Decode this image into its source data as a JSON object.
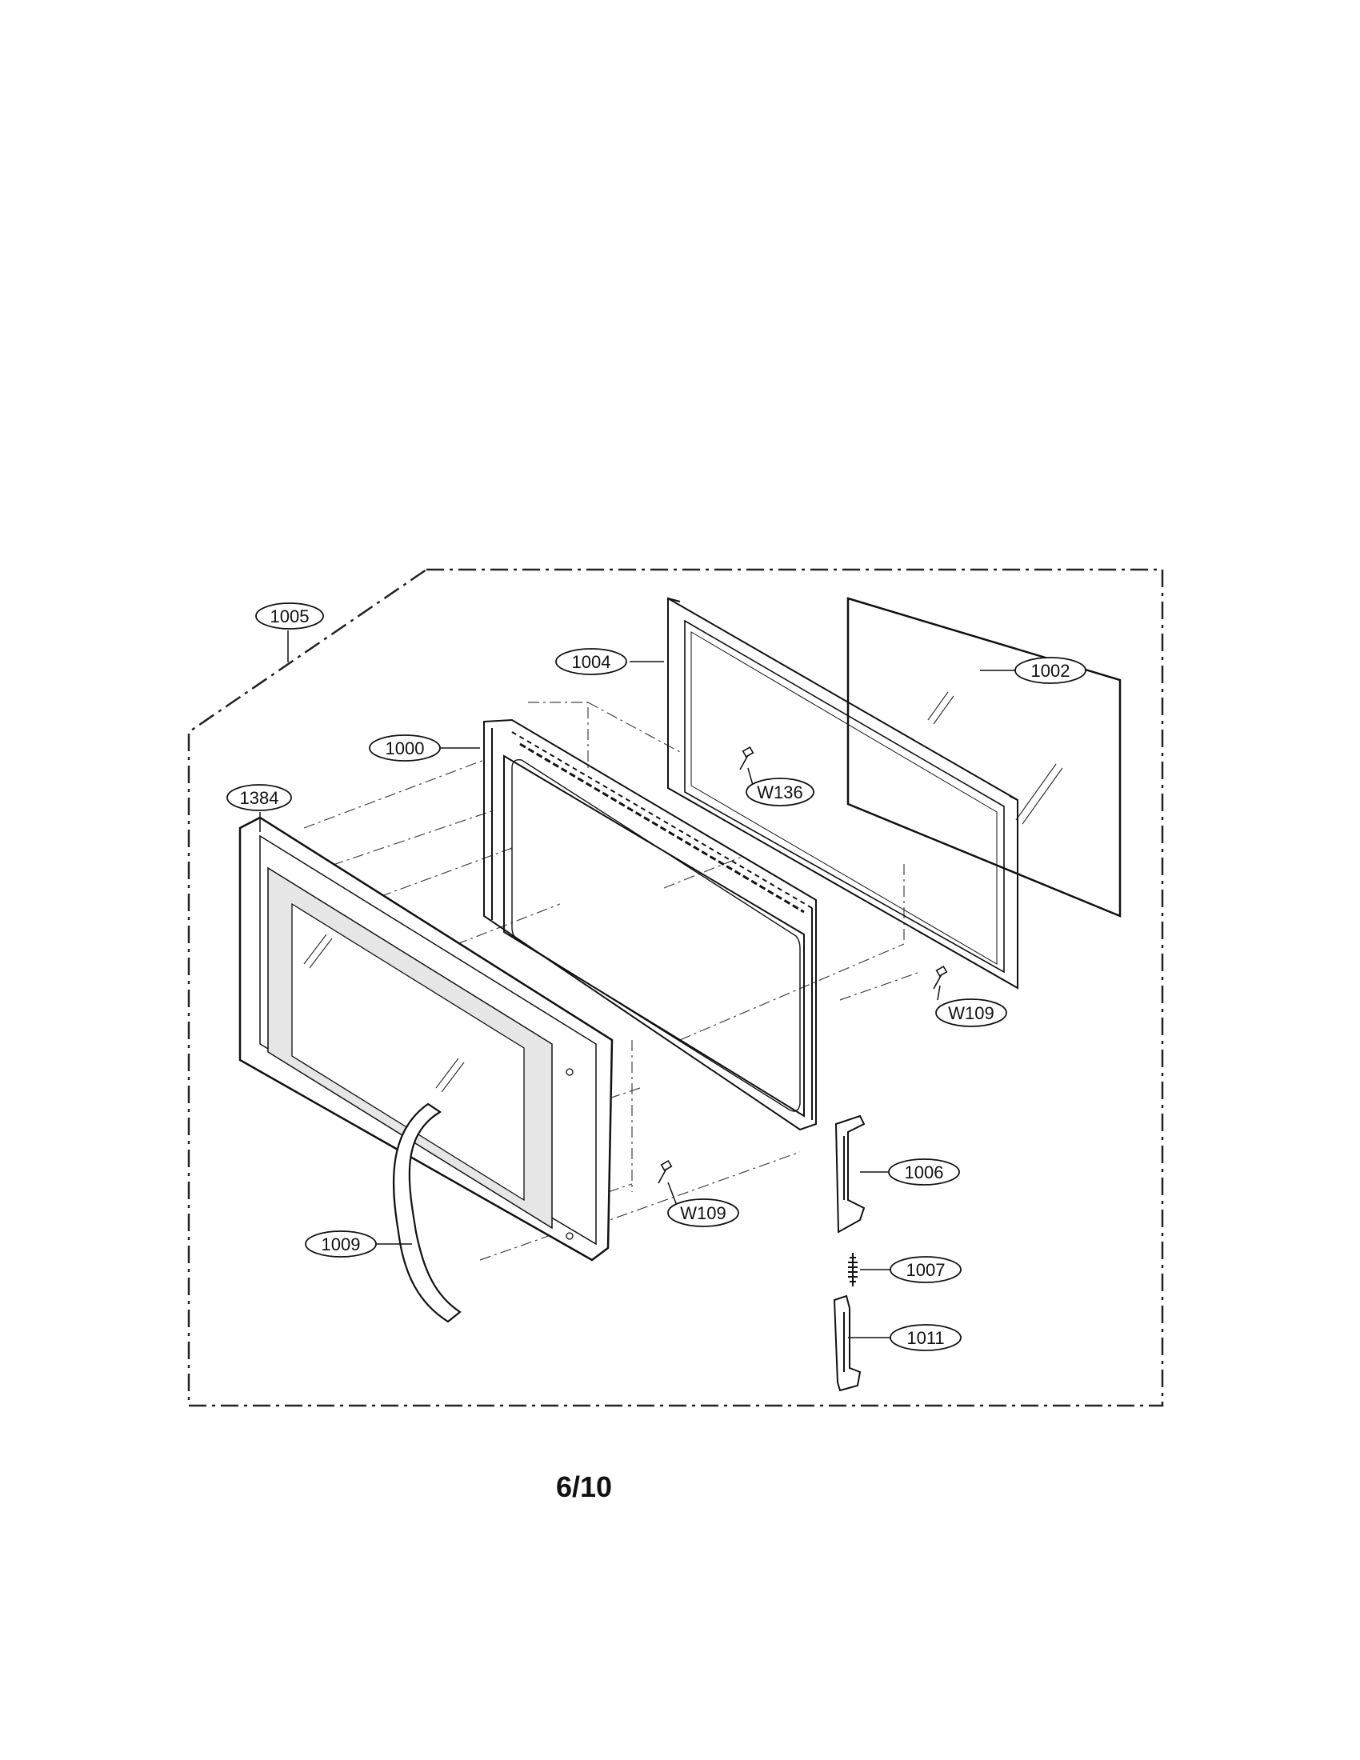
{
  "callouts": {
    "c1005": "1005",
    "c1004": "1004",
    "c1002": "1002",
    "c1000": "1000",
    "cW136": "W136",
    "c1384": "1384",
    "cW109a": "W109",
    "cW109b": "W109",
    "c1006": "1006",
    "c1009": "1009",
    "c1007": "1007",
    "c1011": "1011"
  },
  "page": {
    "number": "6/10"
  }
}
